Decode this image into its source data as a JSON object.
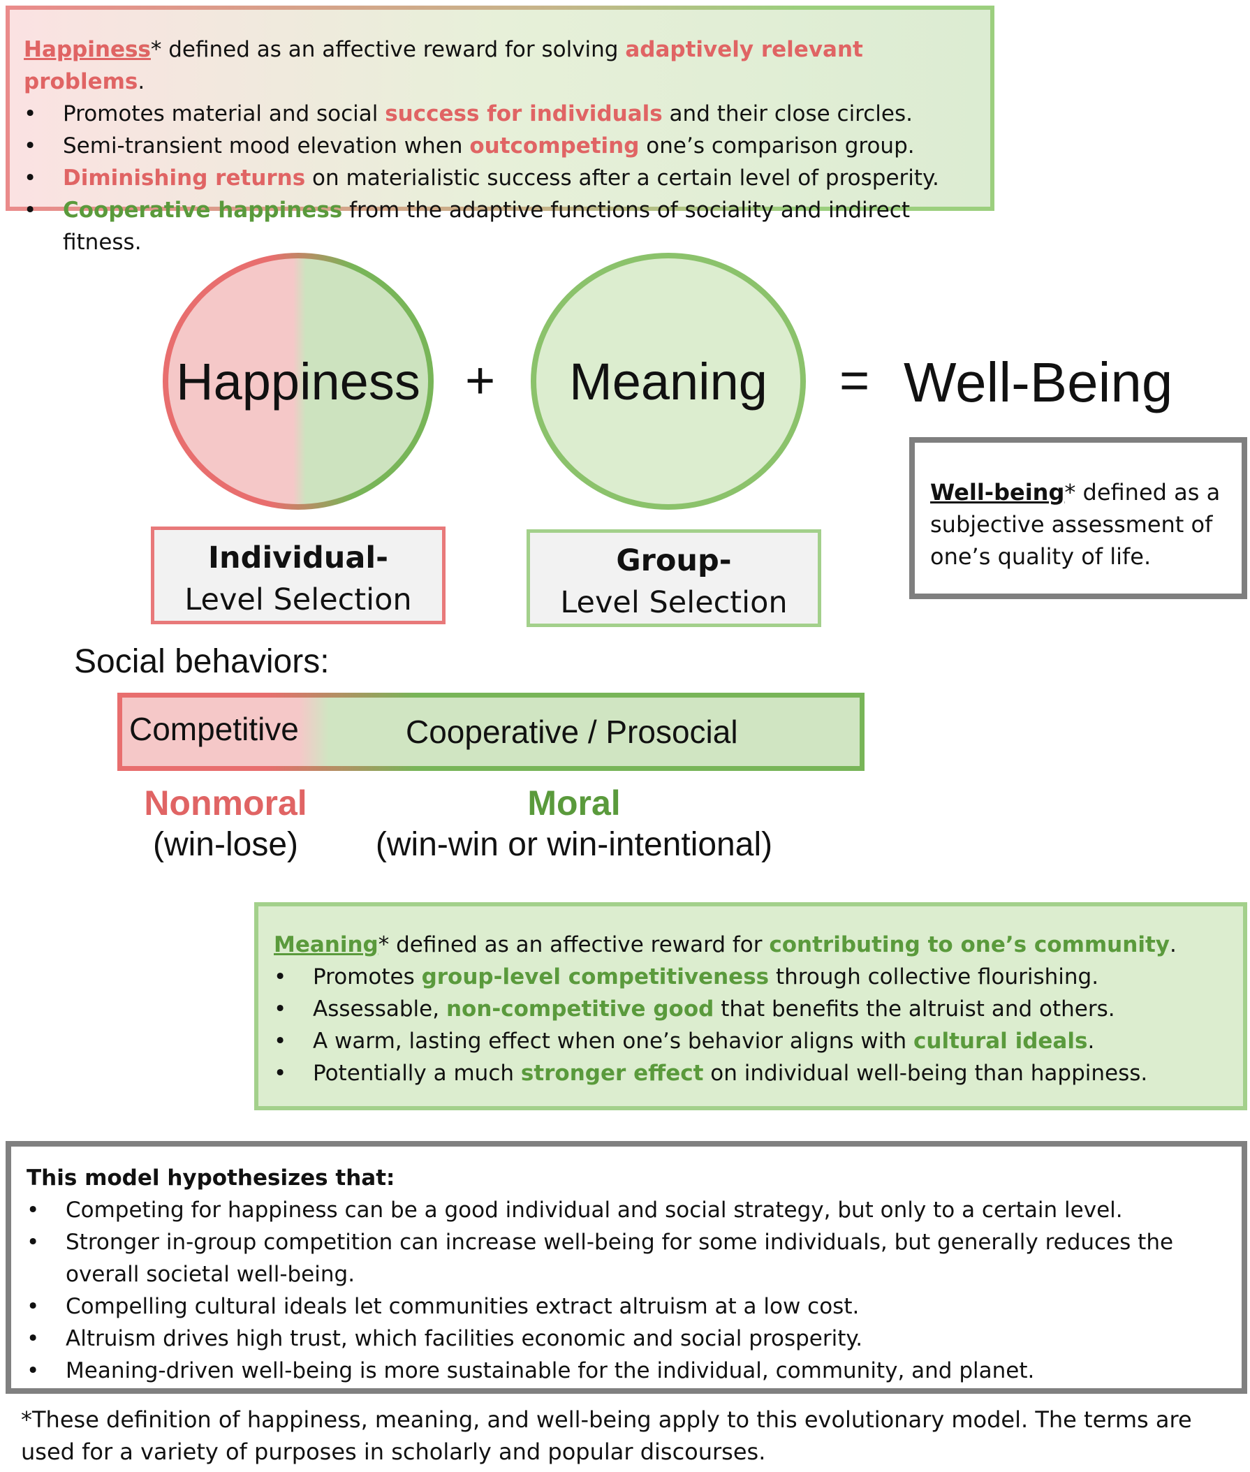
{
  "happiness_def": {
    "term": "Happiness",
    "lead": "* defined as an affective reward for solving ",
    "highlight": "adaptively relevant problems",
    "end": ".",
    "bullets": [
      {
        "pre": "Promotes material and social ",
        "hi": "success for individuals",
        "post": " and their close circles.",
        "color": "red"
      },
      {
        "pre": "Semi-transient mood elevation when ",
        "hi": "outcompeting",
        "post": " one’s comparison group.",
        "color": "red"
      },
      {
        "pre": "",
        "hi": "Diminishing returns",
        "post": " on materialistic success after a certain level of prosperity.",
        "color": "red"
      },
      {
        "pre": "",
        "hi": "Cooperative happiness",
        "post": " from the adaptive functions of sociality and indirect fitness.",
        "color": "green"
      }
    ]
  },
  "equation": {
    "happiness": "Happiness",
    "plus": "+",
    "meaning": "Meaning",
    "equals": "=",
    "wellbeing": "Well-Being"
  },
  "selection": {
    "individual_bold": "Individual-",
    "individual_rest": "Level Selection",
    "group_bold": "Group-",
    "group_rest": "Level Selection"
  },
  "wellbeing_def": {
    "term": "Well-being",
    "text": "* defined as a subjective assessment of one’s quality of life."
  },
  "social": {
    "title": "Social behaviors:",
    "competitive": "Competitive",
    "cooperative": "Cooperative / Prosocial",
    "nonmoral": "Nonmoral",
    "nonmoral_sub": "(win-lose)",
    "moral": "Moral",
    "moral_sub": "(win-win or win-intentional)"
  },
  "meaning_def": {
    "term": "Meaning",
    "lead": "* defined as an affective reward for ",
    "highlight": "contributing to one’s community",
    "end": ".",
    "bullets": [
      {
        "pre": "Promotes ",
        "hi": "group-level competitiveness",
        "post": " through collective flourishing."
      },
      {
        "pre": "Assessable, ",
        "hi": "non-competitive good",
        "post": " that benefits the altruist and others."
      },
      {
        "pre": "A warm, lasting effect when one’s behavior aligns with ",
        "hi": "cultural ideals",
        "post": "."
      },
      {
        "pre": "Potentially a much ",
        "hi": "stronger effect",
        "post": " on individual well-being than happiness."
      }
    ]
  },
  "hypothesis": {
    "title": "This model hypothesizes that:",
    "bullets": [
      "Competing for happiness can be a good individual and social strategy, but only to a certain level.",
      "Stronger in-group competition can increase well-being for some individuals, but generally reduces the overall societal well-being.",
      "Compelling cultural ideals let communities extract altruism at a low cost.",
      "Altruism drives high trust, which facilities economic and social prosperity.",
      "Meaning-driven well-being is more sustainable for the individual, community, and planet."
    ]
  },
  "footnote": "*These definition of happiness, meaning, and well-being apply to this evolutionary model. The terms are used for a variety of purposes in scholarly and popular discourses.",
  "colors": {
    "red": "#e06464",
    "green": "#5a9a3c",
    "gray_border": "#7f7f7f"
  }
}
